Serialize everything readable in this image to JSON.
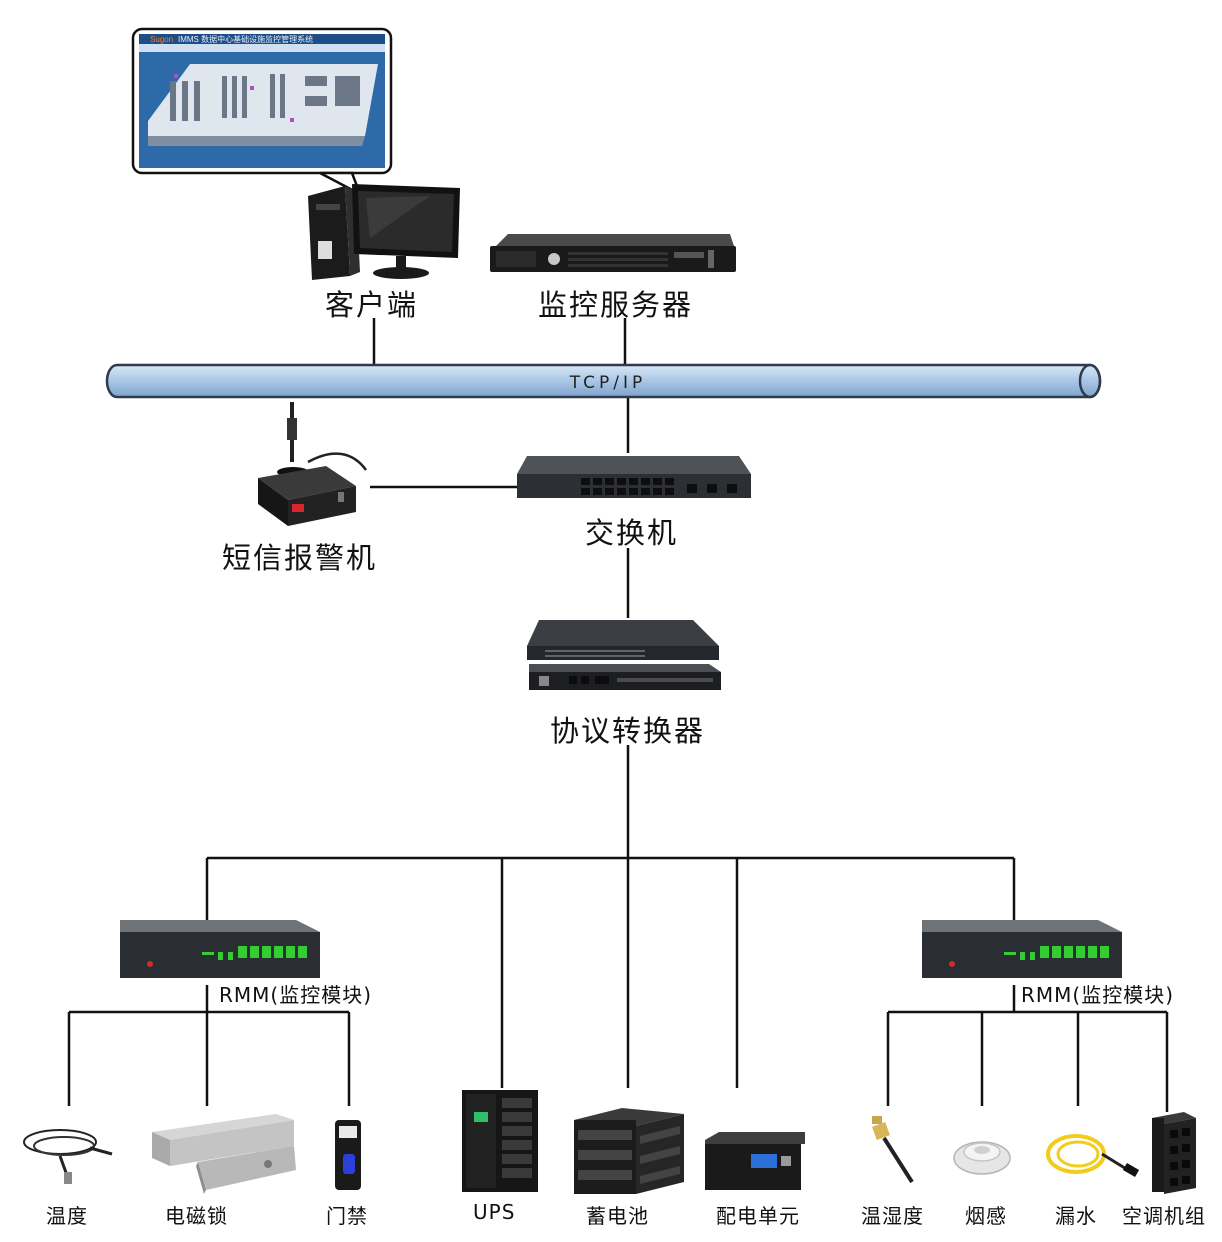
{
  "client": {
    "label": "客户端",
    "screen": {
      "brand": "Sugon",
      "title": "IMMS 数据中心基础设施监控管理系统"
    }
  },
  "server": {
    "label": "监控服务器"
  },
  "network": {
    "label": "TCP/IP"
  },
  "sms_alarm": {
    "label": "短信报警机"
  },
  "switch": {
    "label": "交换机"
  },
  "protocol_converter": {
    "label": "协议转换器"
  },
  "rmm_left": {
    "label": "RMM(监控模块)"
  },
  "rmm_right": {
    "label": "RMM(监控模块)"
  },
  "devices": {
    "temperature": "温度",
    "maglock": "电磁锁",
    "access": "门禁",
    "ups": "UPS",
    "battery": "蓄电池",
    "pdu": "配电单元",
    "humiture": "温湿度",
    "smoke": "烟感",
    "leak": "漏水",
    "aircon": "空调机组"
  },
  "colors": {
    "line": "#111111",
    "pipe": "#a9c6e6",
    "pipe_edge": "#2f3a4a",
    "led": "#33cc33"
  }
}
